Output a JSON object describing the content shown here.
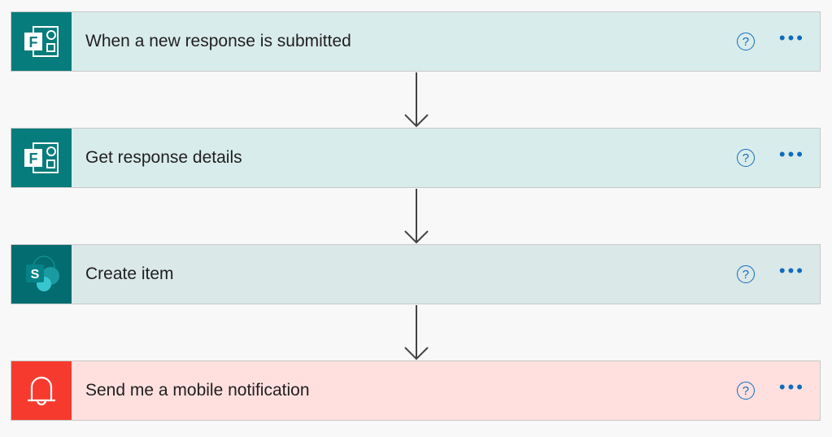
{
  "steps": [
    {
      "title": "When a new response is submitted",
      "icon": "forms-icon",
      "icon_bg": "#077c7c",
      "card_bg": "#d9ecec"
    },
    {
      "title": "Get response details",
      "icon": "forms-icon",
      "icon_bg": "#077c7c",
      "card_bg": "#d9ecec"
    },
    {
      "title": "Create item",
      "icon": "sharepoint-icon",
      "icon_bg": "#036c70",
      "card_bg": "#dae8e8"
    },
    {
      "title": "Send me a mobile notification",
      "icon": "bell-icon",
      "icon_bg": "#f63b2e",
      "card_bg": "#ffe0df"
    }
  ],
  "help_label": "?",
  "more_label": "•••"
}
